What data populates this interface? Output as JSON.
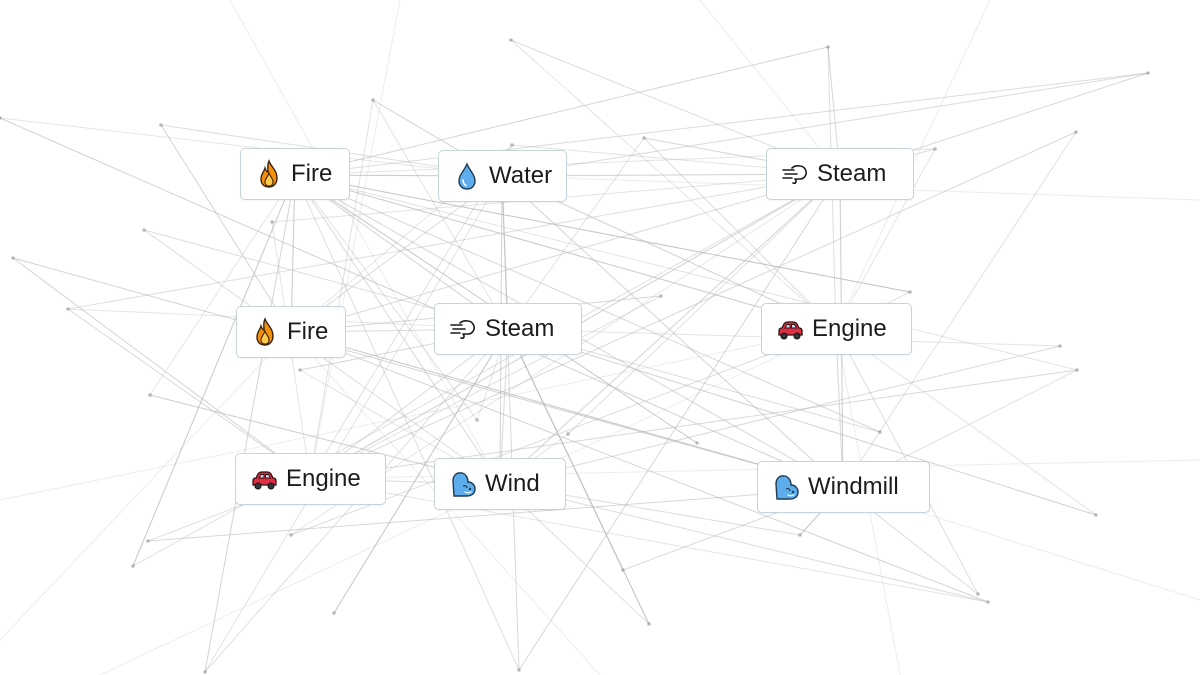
{
  "workspace": {
    "tiles": [
      {
        "label": "Fire",
        "icon": "fire-icon"
      },
      {
        "label": "Water",
        "icon": "water-drop-icon"
      },
      {
        "label": "Steam",
        "icon": "steam-icon"
      },
      {
        "label": "Fire",
        "icon": "fire-icon"
      },
      {
        "label": "Steam",
        "icon": "steam-icon"
      },
      {
        "label": "Engine",
        "icon": "car-icon"
      },
      {
        "label": "Engine",
        "icon": "car-icon"
      },
      {
        "label": "Wind",
        "icon": "wind-face-icon"
      },
      {
        "label": "Windmill",
        "icon": "wind-face-icon"
      }
    ]
  },
  "colors": {
    "background": "#ffffff",
    "tile_border": "#c6d3db",
    "text": "#1c1c1c",
    "web_line": "#cfcfcf"
  }
}
